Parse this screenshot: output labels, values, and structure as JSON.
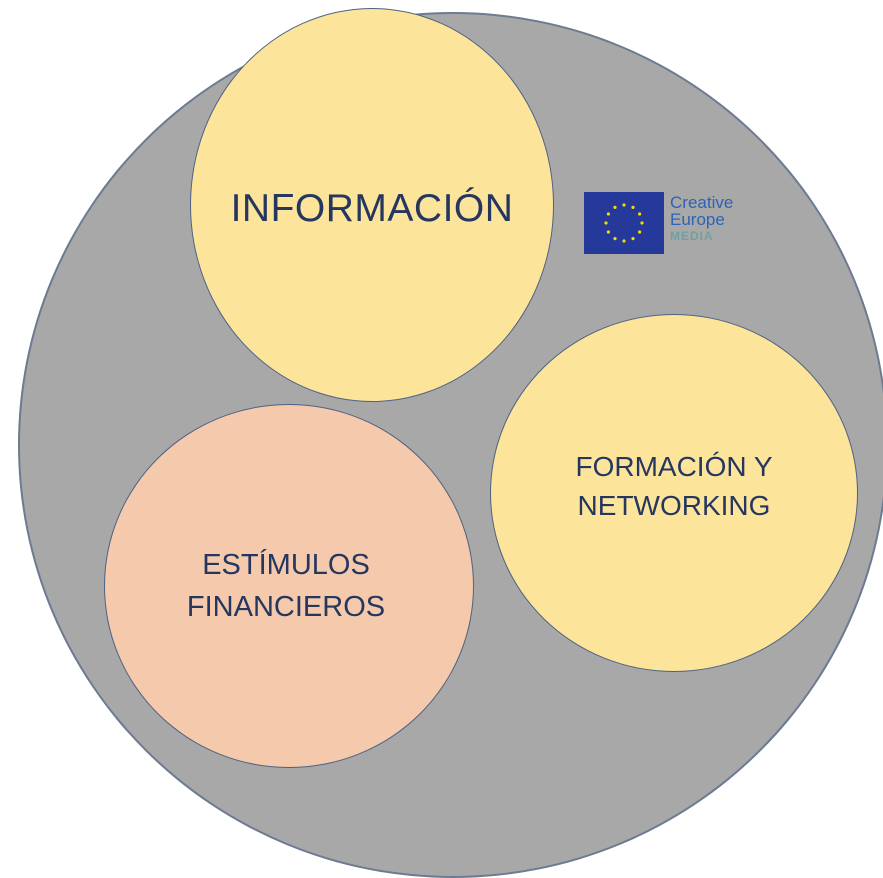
{
  "diagram": {
    "bubbles": [
      {
        "label": "INFORMACIÓN"
      },
      {
        "line1": "FORMACIÓN Y",
        "line2": "NETWORKING"
      },
      {
        "line1": "ESTÍMULOS",
        "line2": "FINANCIEROS"
      }
    ],
    "colors": {
      "outer_circle": "#a8a8a8",
      "yellow_bubble": "#fde49b",
      "peach_bubble": "#f5c9ab",
      "text": "#26375f",
      "eu_flag": "#24399a",
      "eu_stars": "#ffd700"
    }
  },
  "logo": {
    "name": "eu-creative-europe-media-logo",
    "line1": "Creative",
    "line2": "Europe",
    "line3": "MEDIA"
  }
}
